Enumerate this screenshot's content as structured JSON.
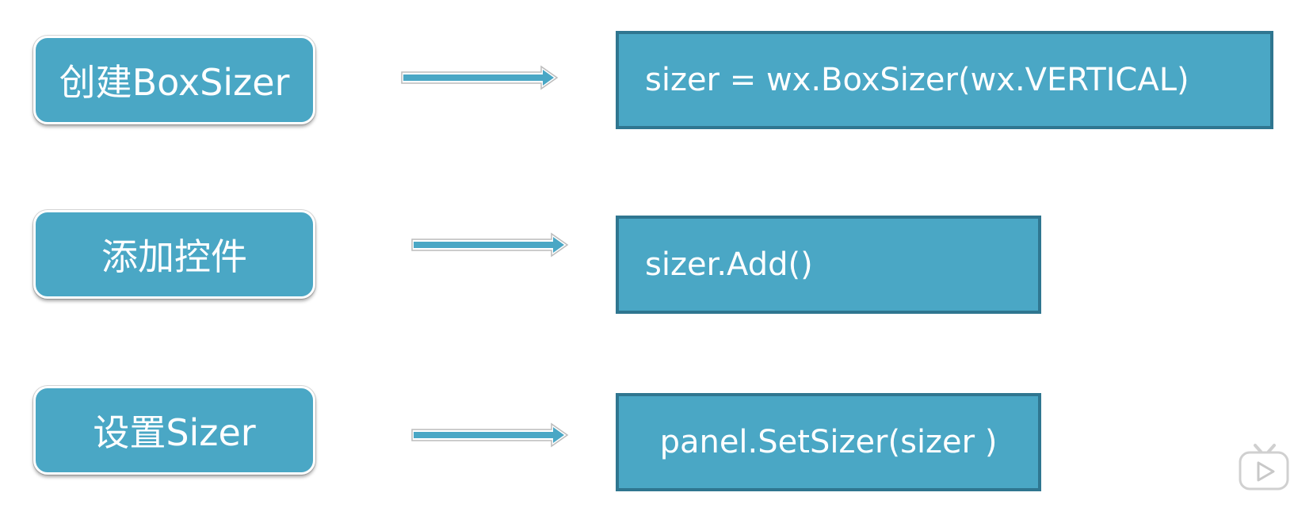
{
  "steps": [
    {
      "label": "创建BoxSizer",
      "code": "sizer = wx.BoxSizer(wx.VERTICAL)"
    },
    {
      "label": "添加控件",
      "code": "sizer.Add()"
    },
    {
      "label": "设置Sizer",
      "code": "panel.SetSizer(sizer )"
    }
  ],
  "colors": {
    "box_fill": "#4aa7c5",
    "code_border": "#2f7690",
    "text": "#ffffff"
  },
  "icons": {
    "watermark": "bilibili-tv-icon"
  }
}
